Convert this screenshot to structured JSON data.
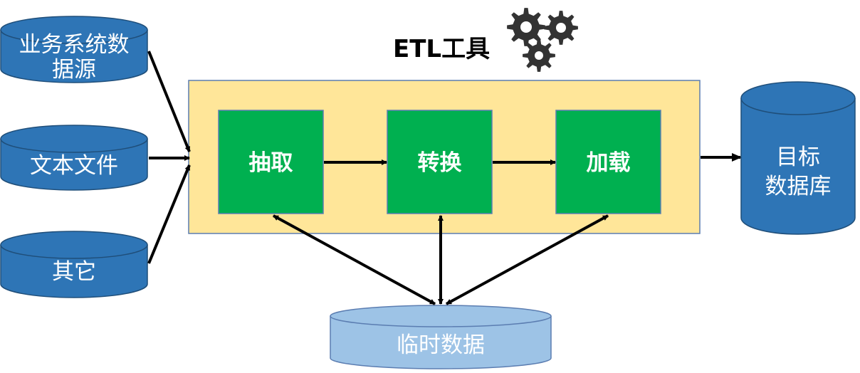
{
  "tool": {
    "title": "ETL工具",
    "icon": "gears-icon"
  },
  "sources": [
    {
      "line1": "业务系统数",
      "line2": "据源"
    },
    {
      "line1": "文本文件"
    },
    {
      "line1": "其它"
    }
  ],
  "steps": [
    {
      "label": "抽取"
    },
    {
      "label": "转换"
    },
    {
      "label": "加载"
    }
  ],
  "target": {
    "line1": "目标",
    "line2": "数据库"
  },
  "temp": {
    "label": "临时数据"
  },
  "colors": {
    "db_fill": "#2E75B6",
    "db_stroke": "#1F4E79",
    "temp_fill": "#9DC3E6",
    "container_fill": "#FFE699",
    "container_stroke": "#5B7DB1",
    "step_fill": "#00B050",
    "gear": "#333333",
    "arrow": "#000000"
  }
}
